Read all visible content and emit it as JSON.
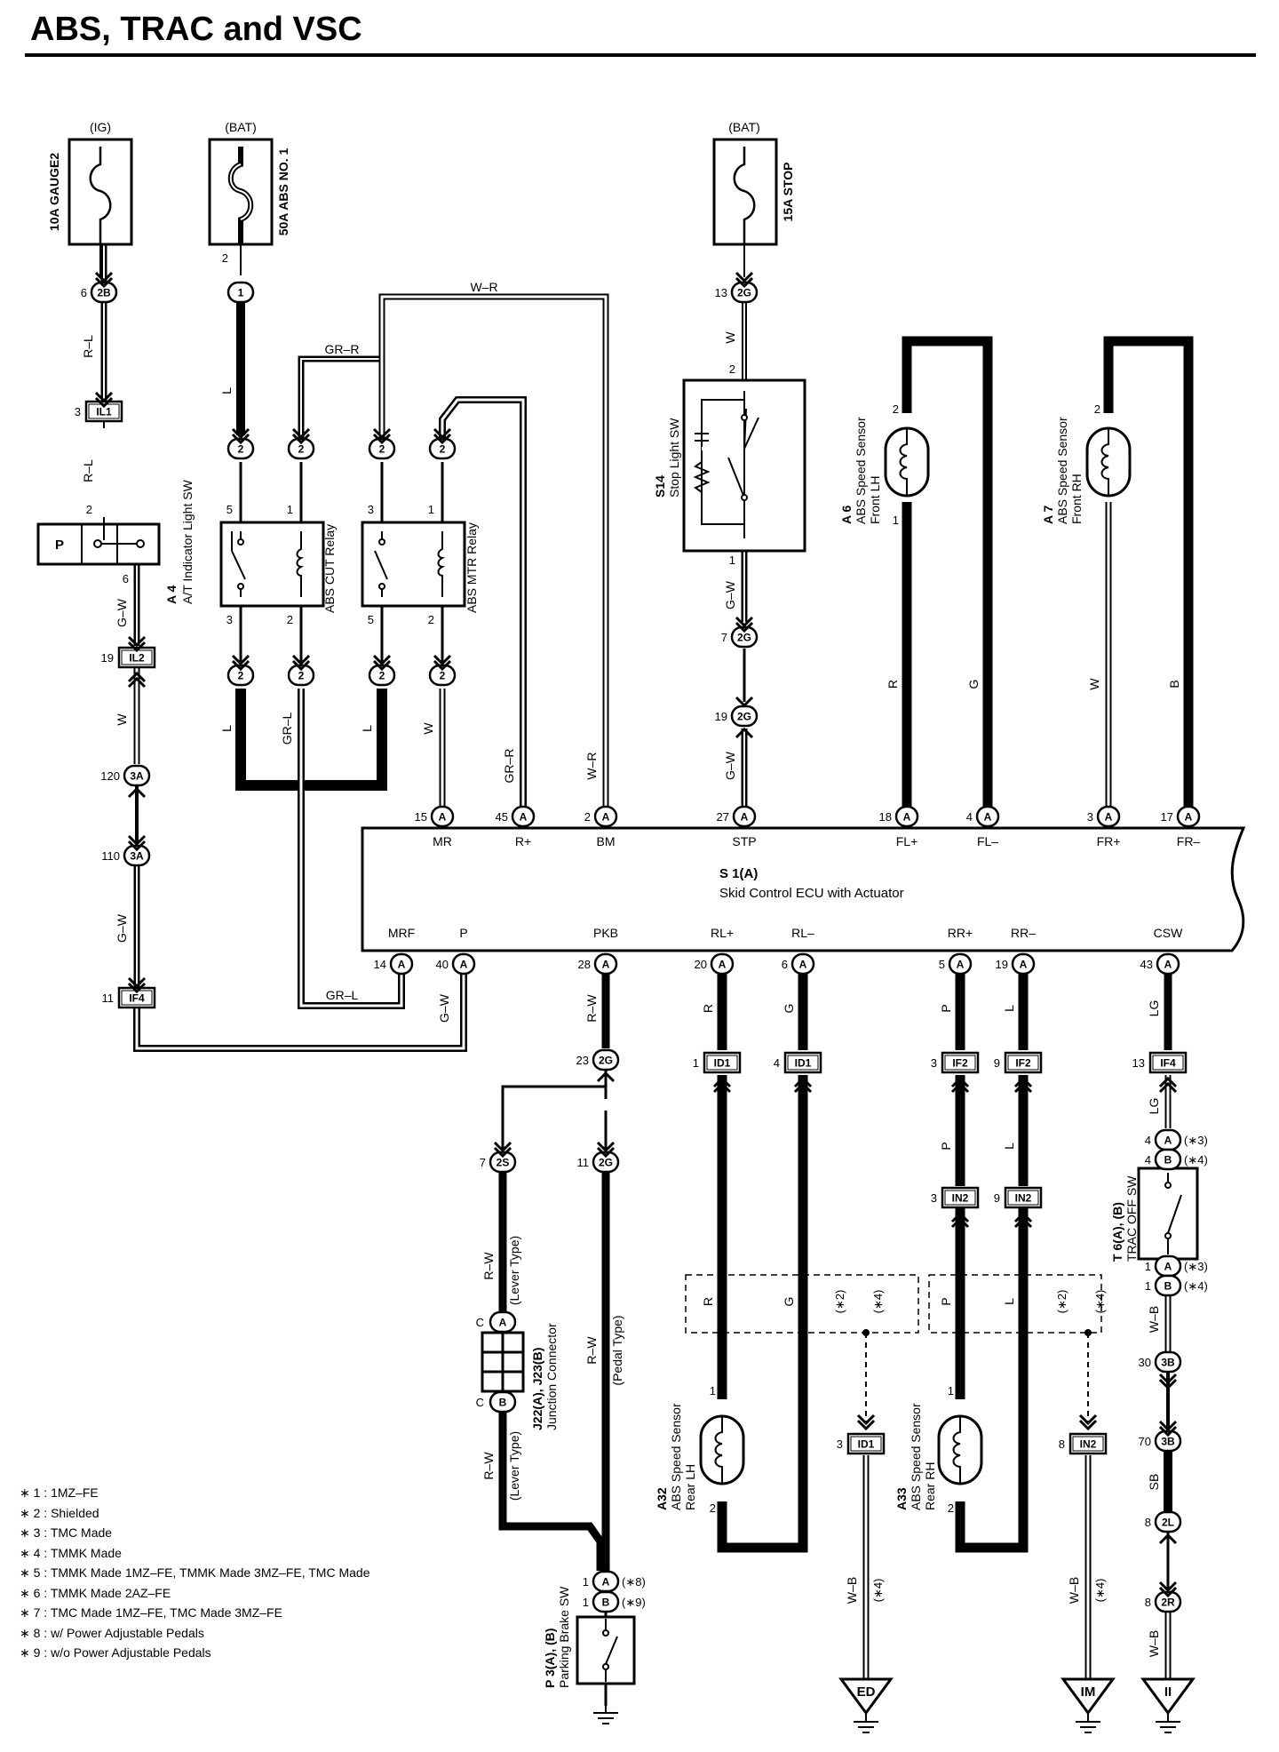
{
  "title": "ABS, TRAC and VSC",
  "ecu": {
    "id": "S 1(A)",
    "name": "Skid Control ECU with Actuator",
    "top_pins": [
      {
        "term": "MR",
        "pin": "15"
      },
      {
        "term": "R+",
        "pin": "45"
      },
      {
        "term": "BM",
        "pin": "2"
      },
      {
        "term": "STP",
        "pin": "27"
      },
      {
        "term": "FL+",
        "pin": "18"
      },
      {
        "term": "FL–",
        "pin": "4"
      },
      {
        "term": "FR+",
        "pin": "3"
      },
      {
        "term": "FR–",
        "pin": "17"
      }
    ],
    "bottom_pins": [
      {
        "term": "MRF",
        "pin": "14"
      },
      {
        "term": "P",
        "pin": "40"
      },
      {
        "term": "PKB",
        "pin": "28"
      },
      {
        "term": "RL+",
        "pin": "20"
      },
      {
        "term": "RL–",
        "pin": "6"
      },
      {
        "term": "RR+",
        "pin": "5"
      },
      {
        "term": "RR–",
        "pin": "19"
      },
      {
        "term": "CSW",
        "pin": "43"
      }
    ],
    "connector_letter": "A"
  },
  "fuses": [
    {
      "source": "(IG)",
      "name": "10A GAUGE2"
    },
    {
      "source": "(BAT)",
      "name": "50A ABS NO. 1"
    },
    {
      "source": "(BAT)",
      "name": "15A STOP"
    }
  ],
  "components": {
    "a4_id": "A 4",
    "a4_name": "A/T Indicator Light SW",
    "a4_p": "P",
    "abs_cut": "ABS CUT Relay",
    "abs_mtr": "ABS MTR Relay",
    "s14_id": "S14",
    "s14_name": "Stop Light SW",
    "a6_id": "A 6",
    "a6_l1": "ABS Speed Sensor",
    "a6_l2": "Front LH",
    "a7_id": "A 7",
    "a7_l1": "ABS Speed Sensor",
    "a7_l2": "Front RH",
    "a32_id": "A32",
    "a32_l1": "ABS Speed Sensor",
    "a32_l2": "Rear LH",
    "a33_id": "A33",
    "a33_l1": "ABS Speed Sensor",
    "a33_l2": "Rear RH",
    "t6_id": "T 6(A), (B)",
    "t6_name": "TRAC OFF SW",
    "p3_id": "P 3(A), (B)",
    "p3_name": "Parking Brake SW",
    "j22_id": "J22(A), J23(B)",
    "j22_name": "Junction Connector",
    "lever_type": "(Lever Type)",
    "pedal_type": "(Pedal Type)"
  },
  "connectors": {
    "c2B": "2B",
    "c1": "1",
    "c2": "2",
    "c2G": "2G",
    "c3A": "3A",
    "c3B": "3B",
    "c2S": "2S",
    "c2L": "2L",
    "c2R": "2R",
    "IL1": "IL1",
    "IL2": "IL2",
    "IF4": "IF4",
    "ID1": "ID1",
    "IF2": "IF2",
    "IN2": "IN2",
    "cA": "A",
    "cB": "B",
    "cC": "C"
  },
  "wires": {
    "RL": "R–L",
    "GW": "G–W",
    "W": "W",
    "L": "L",
    "GRR": "GR–R",
    "WR": "W–R",
    "GRL": "GR–L",
    "R": "R",
    "G": "G",
    "B": "B",
    "P": "P",
    "LG": "LG",
    "RW": "R–W",
    "WB": "W–B",
    "SB": "SB"
  },
  "grounds": {
    "ED": "ED",
    "IM": "IM",
    "II": "II"
  },
  "marks": {
    "m2": "(∗2)",
    "m3": "(∗3)",
    "m4": "(∗4)",
    "m8": "(∗8)",
    "m9": "(∗9)"
  },
  "pins": {
    "p1": "1",
    "p2": "2",
    "p3": "3",
    "p4": "4",
    "p5": "5",
    "p6": "6",
    "p7": "7",
    "p8": "8",
    "p9": "9",
    "p11": "11",
    "p13": "13",
    "p19": "19",
    "p23": "23",
    "p30": "30",
    "p70": "70",
    "p110": "110",
    "p120": "120"
  },
  "notes": [
    "∗ 1 : 1MZ–FE",
    "∗ 2 : Shielded",
    "∗ 3 : TMC Made",
    "∗ 4 : TMMK Made",
    "∗ 5 : TMMK Made 1MZ–FE,  TMMK Made 3MZ–FE,  TMC Made",
    "∗ 6 : TMMK Made 2AZ–FE",
    "∗ 7 : TMC Made 1MZ–FE,  TMC Made 3MZ–FE",
    "∗ 8 : w/ Power Adjustable Pedals",
    "∗ 9 : w/o Power Adjustable Pedals"
  ]
}
